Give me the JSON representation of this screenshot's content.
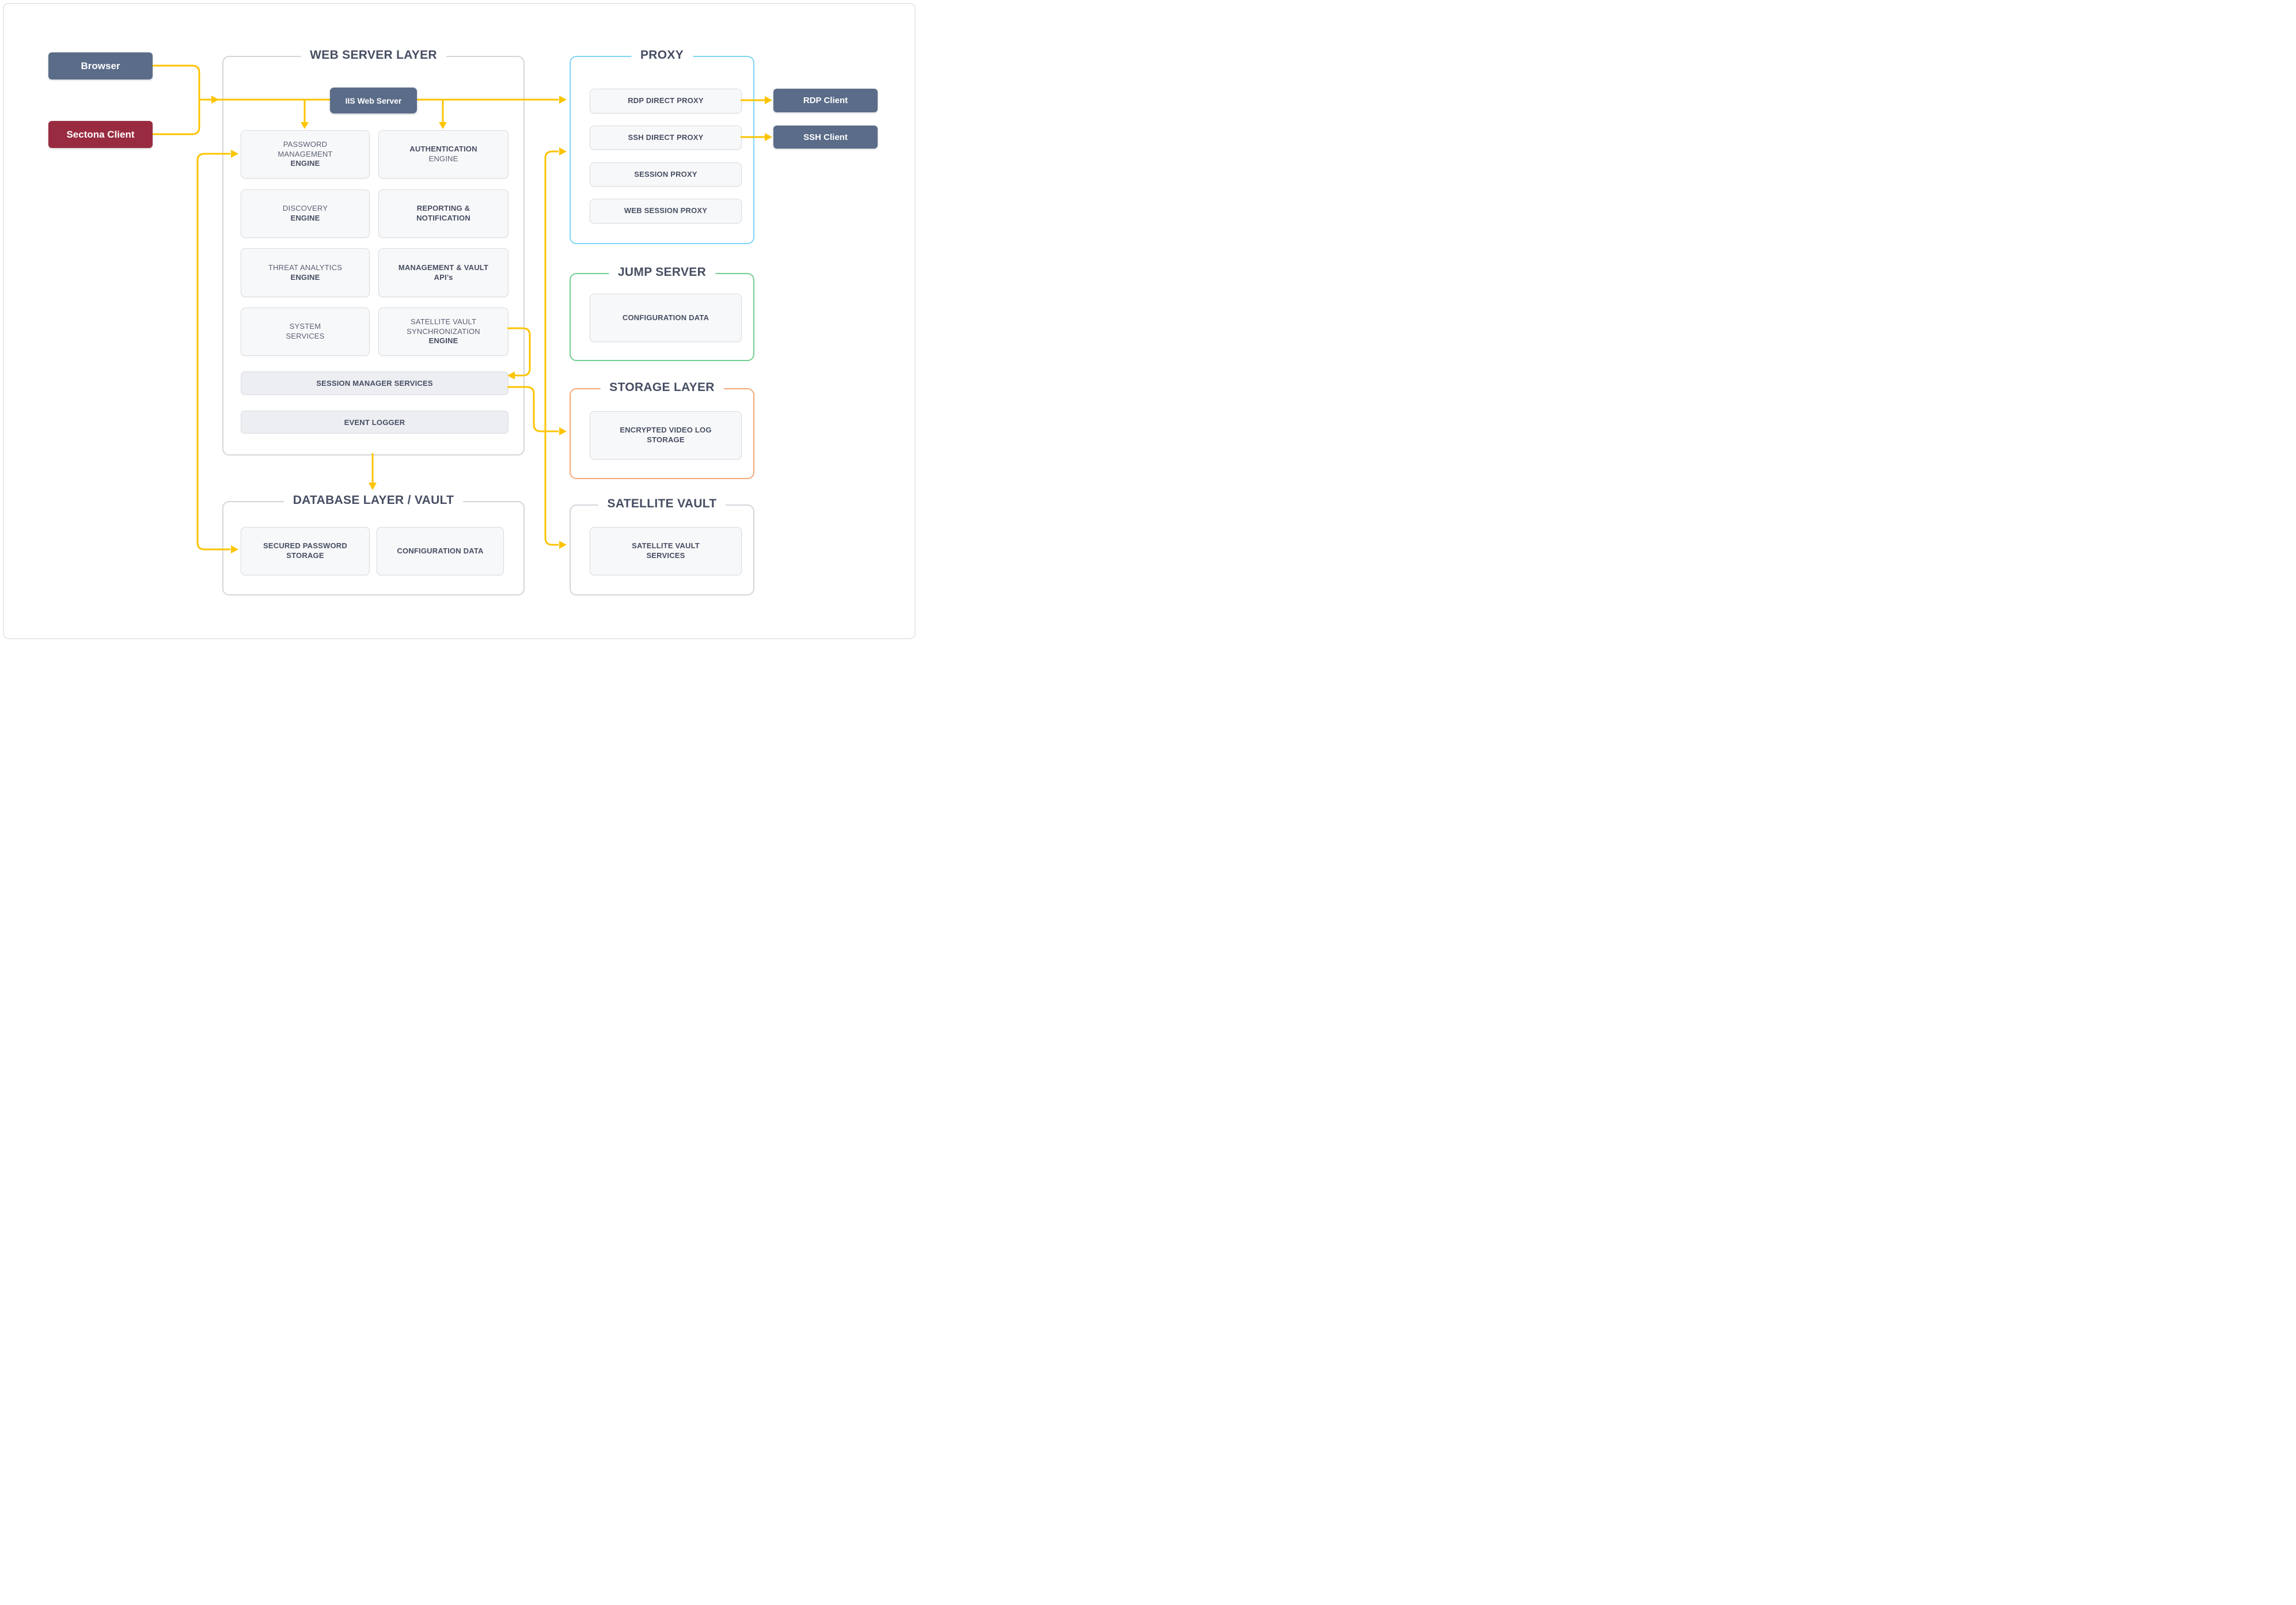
{
  "palette": {
    "connector_yellow": "#fdc400",
    "client_slate": "#5a6c88",
    "client_maroon": "#992b40",
    "container_gray_border": "#d3d6db",
    "proxy_blue_border": "#7fd6f4",
    "jump_green_border": "#72ce92",
    "storage_orange_border": "#f2a878",
    "box_fill": "#f7f8f9",
    "bar_fill": "#eceef2",
    "title_text": "#474e63",
    "label_text": "#5a6175"
  },
  "clients": {
    "browser": "Browser",
    "sectona": "Sectona Client",
    "rdp": "RDP Client",
    "ssh": "SSH Client"
  },
  "web_server": {
    "title": "WEB SERVER LAYER",
    "iis": "IIS Web Server",
    "engines": [
      {
        "lines": [
          "PASSWORD",
          "MANAGEMENT",
          "ENGINE"
        ]
      },
      {
        "lines": [
          "AUTHENTICATION",
          "ENGINE"
        ]
      },
      {
        "lines": [
          "DISCOVERY",
          "ENGINE"
        ]
      },
      {
        "lines": [
          "REPORTING &",
          "NOTIFICATION"
        ]
      },
      {
        "lines": [
          "THREAT ANALYTICS",
          "ENGINE"
        ]
      },
      {
        "lines": [
          "MANAGEMENT & VAULT",
          "API’s"
        ]
      },
      {
        "lines": [
          "SYSTEM",
          "SERVICES"
        ]
      },
      {
        "lines": [
          "SATELLITE VAULT",
          "SYNCHRONIZATION",
          "ENGINE"
        ]
      }
    ],
    "session_manager": "SESSION MANAGER SERVICES",
    "event_logger": "EVENT LOGGER"
  },
  "database": {
    "title": "DATABASE LAYER / VAULT",
    "secured_password_storage": "SECURED PASSWORD STORAGE",
    "configuration_data": "CONFIGURATION DATA"
  },
  "proxy": {
    "title": "PROXY",
    "boxes": [
      "RDP DIRECT PROXY",
      "SSH DIRECT PROXY",
      "SESSION PROXY",
      "WEB SESSION PROXY"
    ]
  },
  "jump_server": {
    "title": "JUMP SERVER",
    "configuration_data": "CONFIGURATION DATA"
  },
  "storage": {
    "title": "STORAGE LAYER",
    "encrypted_video_log_storage": "ENCRYPTED VIDEO LOG STORAGE"
  },
  "satellite_vault": {
    "title": "SATELLITE VAULT",
    "services": "SATELLITE VAULT SERVICES"
  }
}
